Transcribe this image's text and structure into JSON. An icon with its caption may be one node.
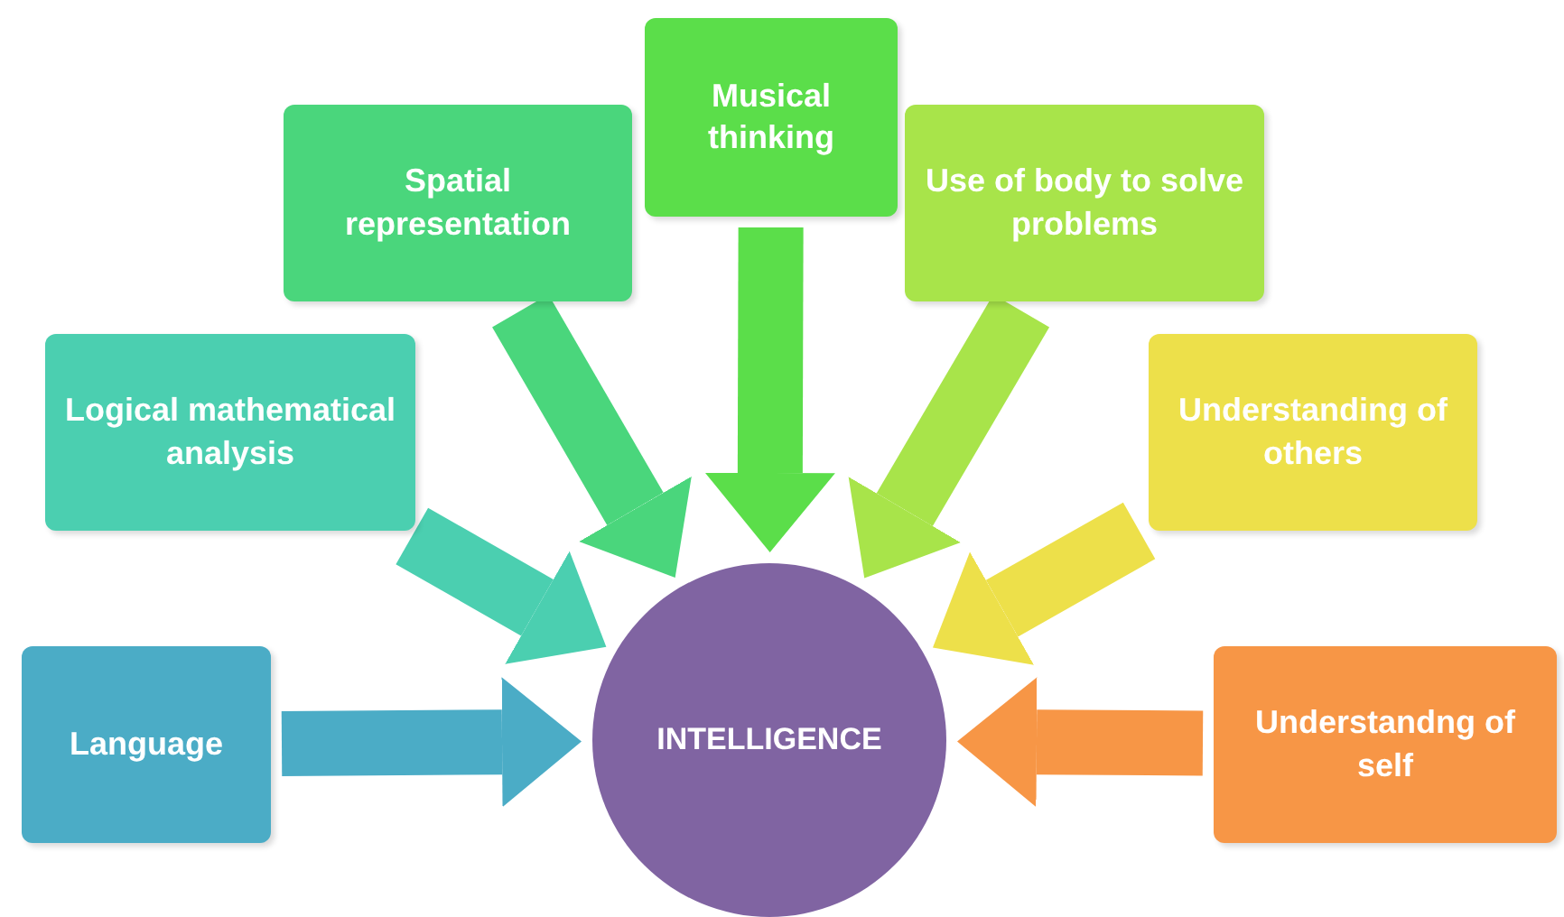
{
  "diagram": {
    "nodes": [
      {
        "text": [
          "Language"
        ]
      },
      {
        "text": [
          "Logical mathematical analysis"
        ]
      },
      {
        "text": [
          "Spatial representation"
        ]
      },
      {
        "text": [
          "Musical thinking"
        ]
      },
      {
        "text": [
          "Use of body to solve problems"
        ]
      },
      {
        "text": [
          "Understanding of others"
        ]
      },
      {
        "text": [
          "Understandng of self"
        ]
      },
      {
        "text": [
          "INTELLIGENCE"
        ]
      }
    ],
    "edges": [
      {
        "from": 0,
        "to": 7,
        "arrow": "to",
        "color": "#4bacc6"
      },
      {
        "from": 1,
        "to": 7,
        "arrow": "to",
        "color": "#4bcfb0"
      },
      {
        "from": 2,
        "to": 7,
        "arrow": "to",
        "color": "#4ad67c"
      },
      {
        "from": 3,
        "to": 7,
        "arrow": "to",
        "color": "#5bde4a"
      },
      {
        "from": 4,
        "to": 7,
        "arrow": "to",
        "color": "#a8e44a"
      },
      {
        "from": 5,
        "to": 7,
        "arrow": "to",
        "color": "#ede04a"
      },
      {
        "from": 6,
        "to": 7,
        "arrow": "to",
        "color": "#f79646"
      }
    ]
  }
}
